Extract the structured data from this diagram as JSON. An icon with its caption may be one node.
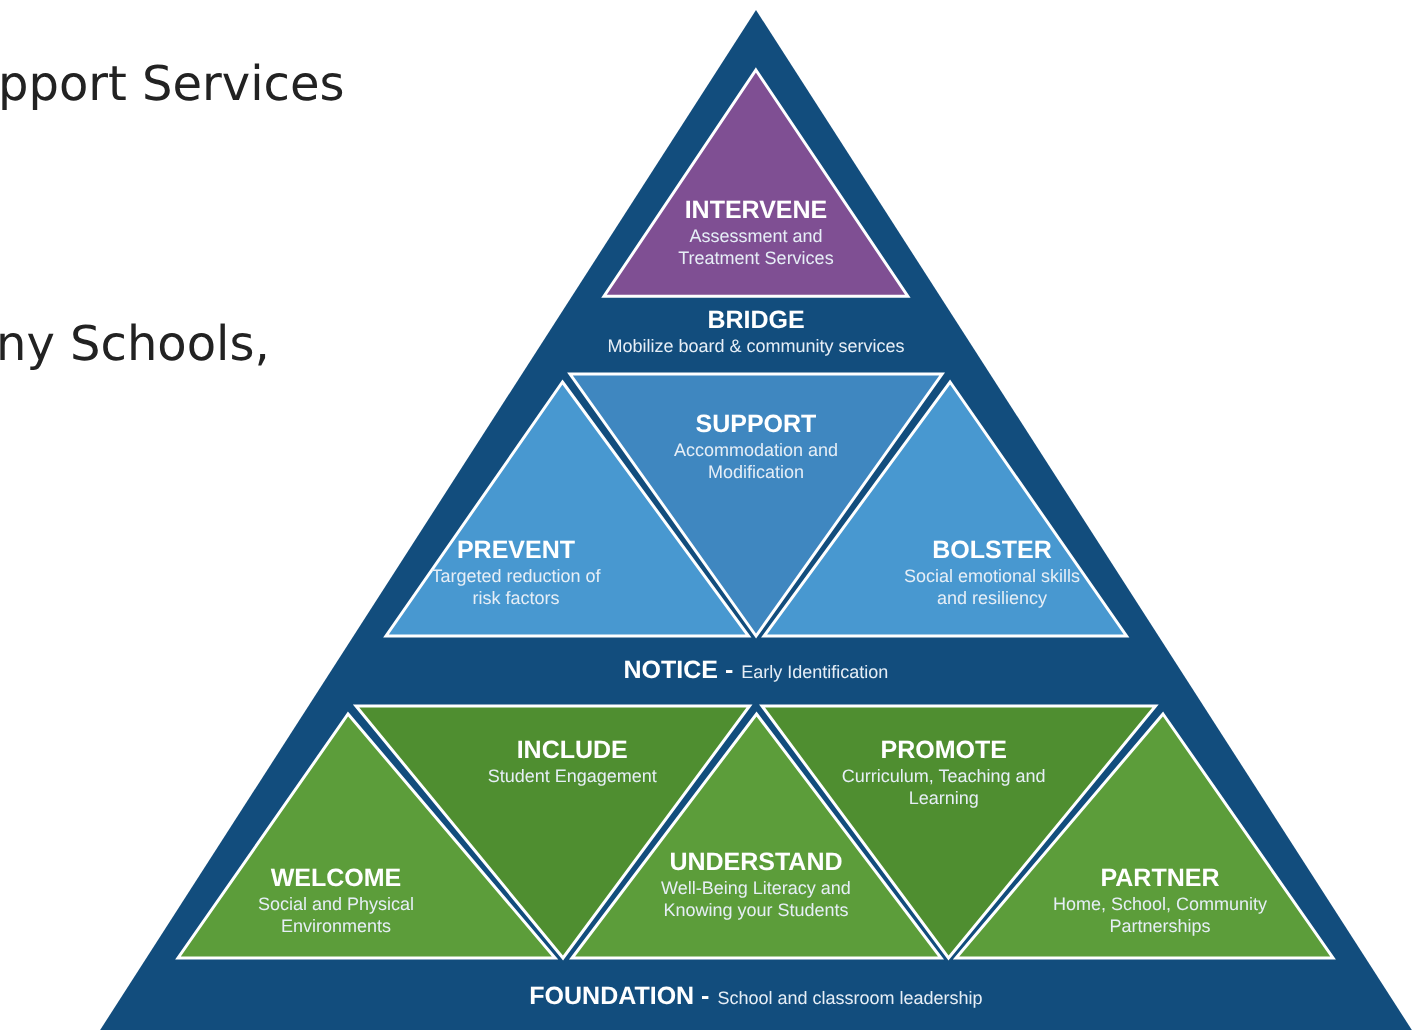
{
  "diagram": {
    "nodes": [
      {
        "text": [
          "INTERVENE",
          "Assessment and Treatment Services"
        ]
      },
      {
        "text": [
          "BRIDGE",
          "Mobilize board & community services"
        ]
      },
      {
        "text": [
          "SUPPORT",
          "Accommodation and Modification"
        ]
      },
      {
        "text": [
          "PREVENT",
          "Targeted reduction of risk factors"
        ]
      },
      {
        "text": [
          "BOLSTER",
          "Social emotional skills and resiliency"
        ]
      },
      {
        "text": [
          "NOTICE -",
          "Early Identification"
        ]
      },
      {
        "text": [
          "INCLUDE",
          "Student Engagement"
        ]
      },
      {
        "text": [
          "WELCOME",
          "Social and Physical Environments"
        ]
      },
      {
        "text": [
          "UNDERSTAND",
          "Well-Being Literacy and Knowing your Students"
        ]
      },
      {
        "text": [
          "PROMOTE",
          "Curriculum, Teaching and Learning"
        ]
      },
      {
        "text": [
          "PARTNER",
          "Home, School, Community Partnerships"
        ]
      },
      {
        "text": [
          "FOUNDATION -",
          "School and classroom leadership"
        ]
      }
    ],
    "labels": [
      "pport Services",
      "ny Schools,"
    ]
  }
}
